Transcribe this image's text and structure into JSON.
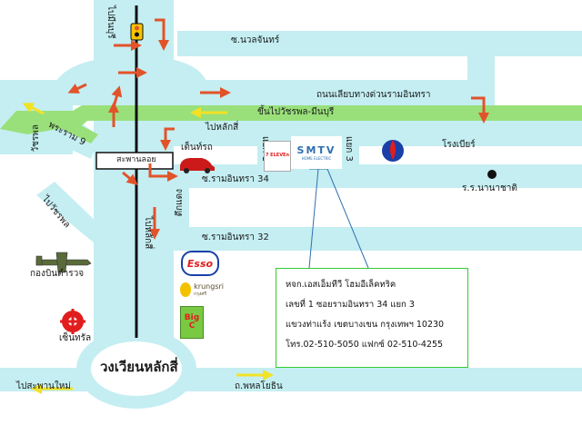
{
  "colors": {
    "road": "#c4eef2",
    "highway": "#99e07a",
    "arrow_red": "#e2532a",
    "arrow_yellow": "#f2e227",
    "rail": "#111111",
    "info_border": "#33cc33"
  },
  "roads": {
    "top_road": "ซ.นวลจันทร์",
    "expressway": "ถนนเลียบทางด่วนรามอินทรา",
    "highway_label": "ขึ้นไปวัชรพล-มีนบุรี",
    "to_lak_si": "ไปหลักสี่",
    "ram_inthra_34": "ซ.รามอินทรา 34",
    "ram_inthra_32": "ซ.รามอินทรา 32",
    "phahonyothin": "ถ.พหลโยธิน",
    "to_saphan_mai": "ไปสะพานใหม่",
    "to_min_buri": "ไปมีนบุรี",
    "to_watcharaphon": "ไปวัชรพล",
    "watcharaphon": "วัชรพล",
    "phraram_9": "พระราม 9",
    "overpass": "สะพานลอย",
    "to_lak_si_vertical": "ไปหลักสี่",
    "yaek_1": "แยก 1",
    "yaek_3": "แยก 3",
    "roundabout": "วงเวียนหลักสี่"
  },
  "landmarks": {
    "car_tent": "เต็นท์รถ",
    "seven_eleven": "7 ELEVEn",
    "smtv_logo": "SMTV",
    "smtv_sub": "HOME ELECTRIC",
    "brewery": "โรงเบียร์",
    "school": "ร.ร.นานาชาติ",
    "tik_daeng": "ตึกแดง",
    "police_aviation": "กองบินตำรวจ",
    "esso": "Esso",
    "krungsri": "krungsri",
    "krungsri_sub": "กรุงศรี",
    "big_c": "Big C",
    "central": "เซ็นทรัล"
  },
  "info_box": {
    "line1": "หจก.เอสเอ็มทีวี  โฮมอีเล็คทริค",
    "line2": "เลขที่ 1 ซอยรามอินทรา 34 แยก 3",
    "line3": "แขวงท่าแร้ง เขตบางเขน กรุงเทพฯ 10230",
    "line4": "โทร.02-510-5050 แฟกซ์  02-510-4255"
  }
}
